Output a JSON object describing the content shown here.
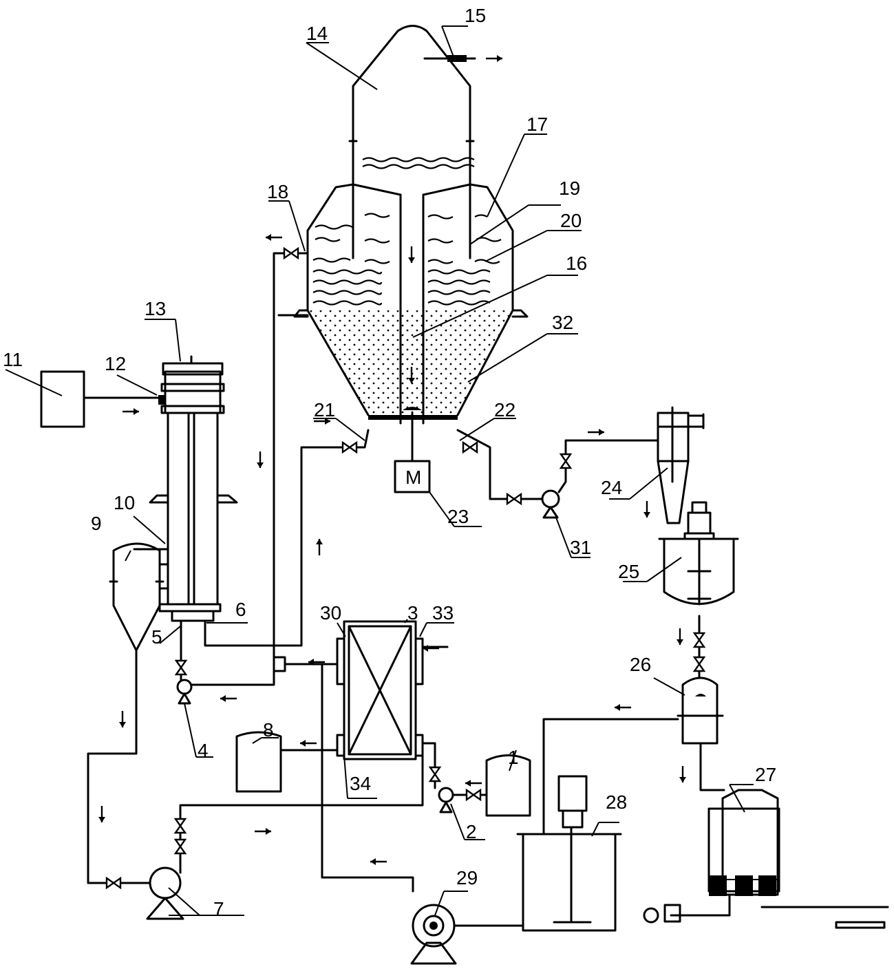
{
  "labels": [
    {
      "key": "1",
      "text": "1"
    },
    {
      "key": "2",
      "text": "2"
    },
    {
      "key": "3",
      "text": "3"
    },
    {
      "key": "4",
      "text": "4"
    },
    {
      "key": "5",
      "text": "5"
    },
    {
      "key": "6",
      "text": "6"
    },
    {
      "key": "7",
      "text": "7"
    },
    {
      "key": "8",
      "text": "8"
    },
    {
      "key": "9",
      "text": "9"
    },
    {
      "key": "10",
      "text": "10"
    },
    {
      "key": "11",
      "text": "11"
    },
    {
      "key": "12",
      "text": "12"
    },
    {
      "key": "13",
      "text": "13"
    },
    {
      "key": "14",
      "text": "14"
    },
    {
      "key": "15",
      "text": "15"
    },
    {
      "key": "16",
      "text": "16"
    },
    {
      "key": "17",
      "text": "17"
    },
    {
      "key": "18",
      "text": "18"
    },
    {
      "key": "19",
      "text": "19"
    },
    {
      "key": "20",
      "text": "20"
    },
    {
      "key": "21",
      "text": "21"
    },
    {
      "key": "22",
      "text": "22"
    },
    {
      "key": "23",
      "text": "23"
    },
    {
      "key": "24",
      "text": "24"
    },
    {
      "key": "25",
      "text": "25"
    },
    {
      "key": "26",
      "text": "26"
    },
    {
      "key": "27",
      "text": "27"
    },
    {
      "key": "28",
      "text": "28"
    },
    {
      "key": "29",
      "text": "29"
    },
    {
      "key": "30",
      "text": "30"
    },
    {
      "key": "31",
      "text": "31"
    },
    {
      "key": "32",
      "text": "32"
    },
    {
      "key": "33",
      "text": "33"
    },
    {
      "key": "34",
      "text": "34"
    }
  ],
  "motor_symbol": "M",
  "icons": {
    "flow_arrow": "flow-arrow-icon",
    "valve": "valve-icon",
    "pump": "pump-icon",
    "motor": "motor-icon"
  }
}
